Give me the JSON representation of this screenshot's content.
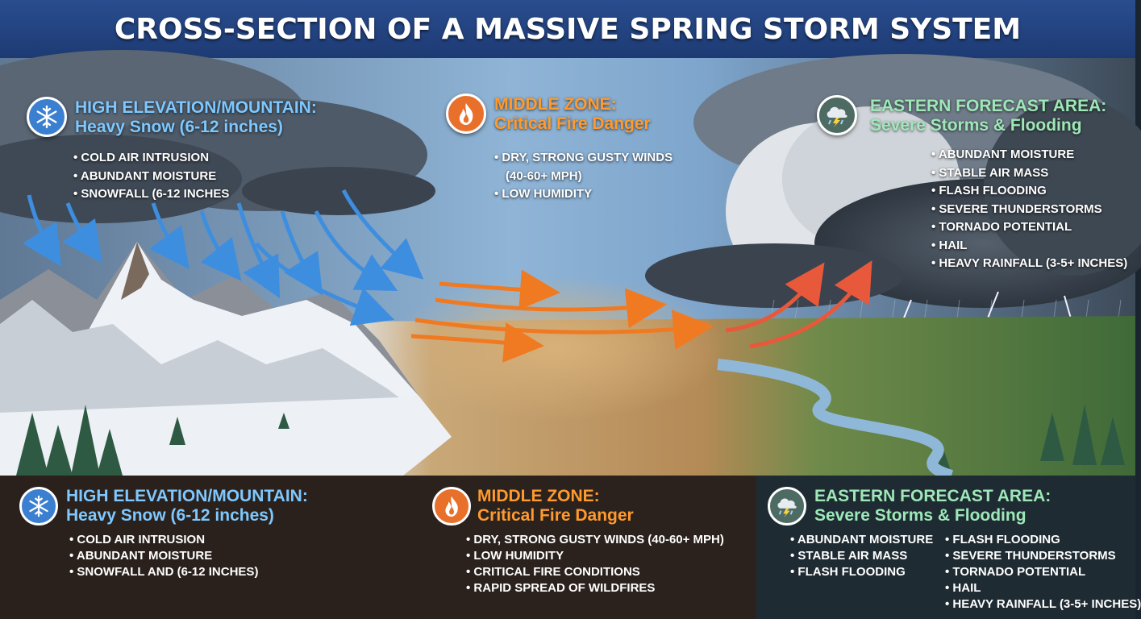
{
  "title": "CROSS-SECTION OF A MASSIVE SPRING STORM SYSTEM",
  "colors": {
    "snow_heading": "#7ec8ff",
    "fire_heading": "#ff9a2e",
    "storm_heading": "#9ee8b8",
    "snow_arrow": "#3e8ee0",
    "wind_arrow": "#f07a22",
    "storm_arrow": "#e8583a"
  },
  "scene": {
    "mountain": {
      "icon": "snowflake-icon",
      "title_line1": "HIGH ELEVATION/MOUNTAIN:",
      "title_line2": "Heavy Snow (6-12 inches)",
      "bullets": [
        "COLD AIR INTRUSION",
        "ABUNDANT MOISTURE",
        "SNOWFALL (6-12 INCHES"
      ]
    },
    "middle": {
      "icon": "fire-icon",
      "title_line1": "MIDDLE ZONE:",
      "title_line2": "Critical Fire Danger",
      "bullets": [
        "DRY, STRONG GUSTY WINDS",
        "(40-60+ MPH)",
        "LOW HUMIDITY"
      ]
    },
    "eastern": {
      "icon": "storm-cloud-icon",
      "title_line1": "EASTERN FORECAST AREA:",
      "title_line2": "Severe Storms & Flooding",
      "bullets": [
        "ABUNDANT MOISTURE",
        "STABLE AIR MASS",
        "FLASH FLOODING",
        "SEVERE THUNDERSTORMS",
        "TORNADO POTENTIAL",
        "HAIL",
        "HEAVY RAINFALL (3-5+ INCHES)"
      ]
    }
  },
  "panels": {
    "mountain": {
      "icon": "snowflake-icon",
      "title_line1": "HIGH ELEVATION/MOUNTAIN:",
      "title_line2": "Heavy Snow (6-12 inches)",
      "bullets": [
        "COLD AIR INTRUSION",
        "ABUNDANT MOISTURE",
        "SNOWFALL AND (6-12 INCHES)"
      ]
    },
    "middle": {
      "icon": "fire-icon",
      "title_line1": "MIDDLE ZONE:",
      "title_line2": "Critical Fire Danger",
      "bullets": [
        "DRY, STRONG GUSTY WINDS (40-60+ MPH)",
        "LOW HUMIDITY",
        "CRITICAL FIRE CONDITIONS",
        "RAPID SPREAD OF WILDFIRES"
      ]
    },
    "eastern": {
      "icon": "storm-cloud-icon",
      "title_line1": "EASTERN FORECAST AREA:",
      "title_line2": "Severe Storms & Flooding",
      "bullets_left": [
        "ABUNDANT MOISTURE",
        "STABLE AIR MASS",
        "FLASH FLOODING"
      ],
      "bullets_right": [
        "FLASH FLOODING",
        "SEVERE THUNDERSTORMS",
        "TORNADO POTENTIAL",
        "HAIL",
        "HEAVY RAINFALL (3-5+ INCHES)"
      ]
    }
  }
}
